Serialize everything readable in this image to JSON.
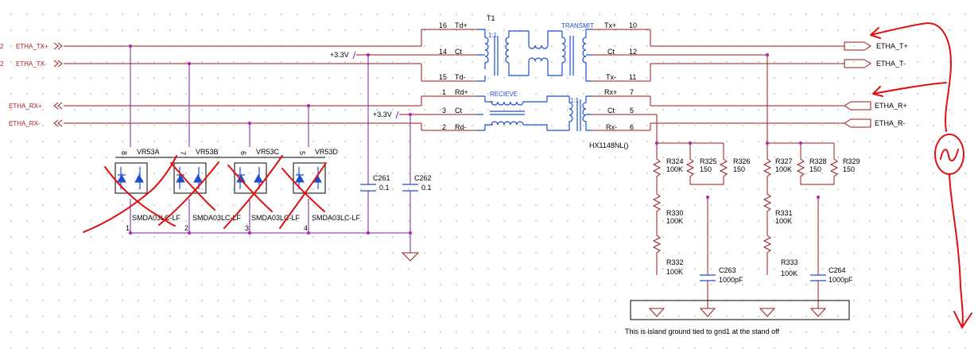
{
  "nets": {
    "left": [
      {
        "prefix": "2",
        "name": "ETHA_TX+"
      },
      {
        "prefix": "2",
        "name": "ETHA_TX-"
      },
      {
        "prefix": "",
        "name": "ETHA_RX+"
      },
      {
        "prefix": "",
        "name": "ETHA_RX-"
      }
    ],
    "right": [
      "ETHA_T+",
      "ETHA_T-",
      "ETHA_R+",
      "ETHA_R-"
    ]
  },
  "power": [
    "+3.3V",
    "+3.3V"
  ],
  "transformer": {
    "ref": "T1",
    "part": "HX1148NL()",
    "transmit_label": "TRANSMIT",
    "receive_label": "RECIEVE",
    "ratio": "1:1",
    "pins_left": [
      {
        "num": "16",
        "name": "Td+"
      },
      {
        "num": "14",
        "name": "Ct"
      },
      {
        "num": "15",
        "name": "Td-"
      },
      {
        "num": "1",
        "name": "Rd+"
      },
      {
        "num": "3",
        "name": "Ct"
      },
      {
        "num": "2",
        "name": "Rd-"
      }
    ],
    "pins_right": [
      {
        "num": "10",
        "name": "Tx+"
      },
      {
        "num": "12",
        "name": "Ct"
      },
      {
        "num": "11",
        "name": "Tx-"
      },
      {
        "num": "7",
        "name": "Rx+"
      },
      {
        "num": "5",
        "name": "Ct"
      },
      {
        "num": "6",
        "name": "Rx-"
      }
    ]
  },
  "tvs": [
    {
      "ref": "VR53A",
      "part": "SMDA03LC-LF",
      "top_pin": "8",
      "bottom_pin": "1"
    },
    {
      "ref": "VR53B",
      "part": "SMDA03LC-LF",
      "top_pin": "7",
      "bottom_pin": "2"
    },
    {
      "ref": "VR53C",
      "part": "SMDA03LC-LF",
      "top_pin": "6",
      "bottom_pin": "3"
    },
    {
      "ref": "VR53D",
      "part": "SMDA03LC-LF",
      "top_pin": "5",
      "bottom_pin": "4"
    }
  ],
  "capacitors": [
    {
      "ref": "C261",
      "value": "0.1"
    },
    {
      "ref": "C262",
      "value": "0.1"
    },
    {
      "ref": "C263",
      "value": "1000pF"
    },
    {
      "ref": "C264",
      "value": "1000pF"
    }
  ],
  "resistors": [
    {
      "ref": "R324",
      "value": "100K"
    },
    {
      "ref": "R325",
      "value": "150"
    },
    {
      "ref": "R326",
      "value": "150"
    },
    {
      "ref": "R327",
      "value": "100K"
    },
    {
      "ref": "R328",
      "value": "150"
    },
    {
      "ref": "R329",
      "value": "150"
    },
    {
      "ref": "R330",
      "value": "100K"
    },
    {
      "ref": "R331",
      "value": "100K"
    },
    {
      "ref": "R332",
      "value": "100K"
    },
    {
      "ref": "R333",
      "value": "100K"
    }
  ],
  "note": "This is island ground tied to gnd1 at the stand off",
  "colors": {
    "wire": "#9c1a1a",
    "wire_violet": "#7a1fa0",
    "symbol": "#1f4fd1",
    "junction": "#b41fb4",
    "markup": "#e01010"
  }
}
